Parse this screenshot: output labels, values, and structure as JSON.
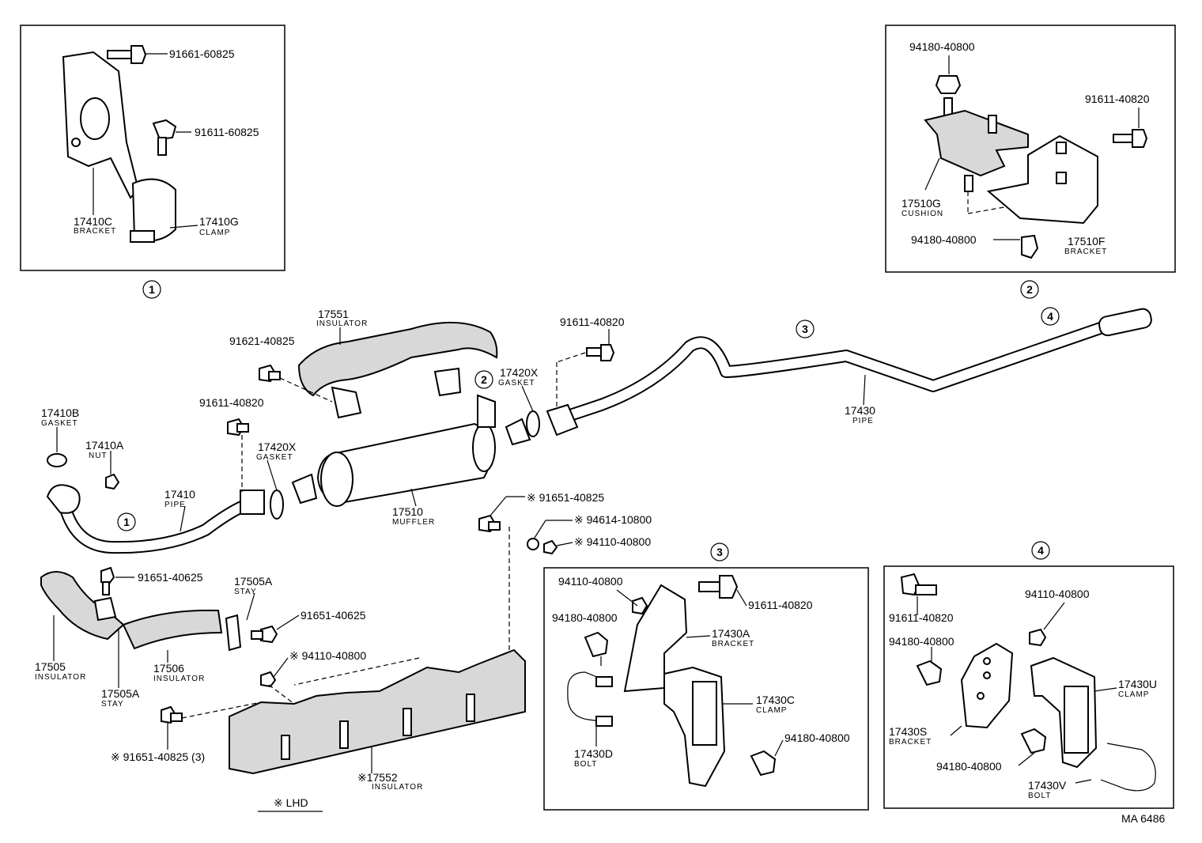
{
  "diagram": {
    "callouts": {
      "c1": "1",
      "c2": "2",
      "c3": "3",
      "c4": "4"
    },
    "inset1": {
      "p1": "91661-60825",
      "p2": "91611-60825",
      "p3": "17410C",
      "p3n": "BRACKET",
      "p4": "17410G",
      "p4n": "CLAMP"
    },
    "inset2": {
      "p1": "94180-40800",
      "p2": "91611-40820",
      "p3": "17510G",
      "p3n": "CUSHION",
      "p4": "94180-40800",
      "p5": "17510F",
      "p5n": "BRACKET"
    },
    "main": {
      "p17551": "17551",
      "p17551n": "INSULATOR",
      "p91621": "91621-40825",
      "p91611a": "91611-40820",
      "p91611b": "91611-40820",
      "p17420x_a": "17420X",
      "p17420x_an": "GASKET",
      "p17420x_b": "17420X",
      "p17420x_bn": "GASKET",
      "p17430": "17430",
      "p17430n": "PIPE",
      "p17410b": "17410B",
      "p17410bn": "GASKET",
      "p17410a": "17410A",
      "p17410an": "NUT",
      "p17410": "17410",
      "p17410n": "PIPE",
      "p17510": "17510",
      "p17510n": "MUFFLER",
      "p91651_a": "※ 91651-40825",
      "p94614": "※ 94614-10800",
      "p94110_a": "※ 94110-40800",
      "p91651_40625a": "91651-40625",
      "p17505a_a": "17505A",
      "p17505a_an": "STAY",
      "p91651_40625b": "91651-40625",
      "p17505": "17505",
      "p17505n": "INSULATOR",
      "p17506": "17506",
      "p17506n": "INSULATOR",
      "p17505a_b": "17505A",
      "p17505a_bn": "STAY",
      "p94110_b": "※ 94110-40800",
      "p91651_b": "※ 91651-40825 (3)",
      "p17552": "※17552",
      "p17552n": "INSULATOR",
      "lhd": "※ LHD"
    },
    "inset3": {
      "p1": "94110-40800",
      "p2": "91611-40820",
      "p3": "94180-40800",
      "p4": "17430A",
      "p4n": "BRACKET",
      "p5": "17430C",
      "p5n": "CLAMP",
      "p6": "17430D",
      "p6n": "BOLT",
      "p7": "94180-40800"
    },
    "inset4": {
      "p1": "91611-40820",
      "p2": "94110-40800",
      "p3": "94180-40800",
      "p4": "17430U",
      "p4n": "CLAMP",
      "p5": "17430S",
      "p5n": "BRACKET",
      "p6": "94180-40800",
      "p7": "17430V",
      "p7n": "BOLT"
    },
    "code": "MA 6486"
  }
}
